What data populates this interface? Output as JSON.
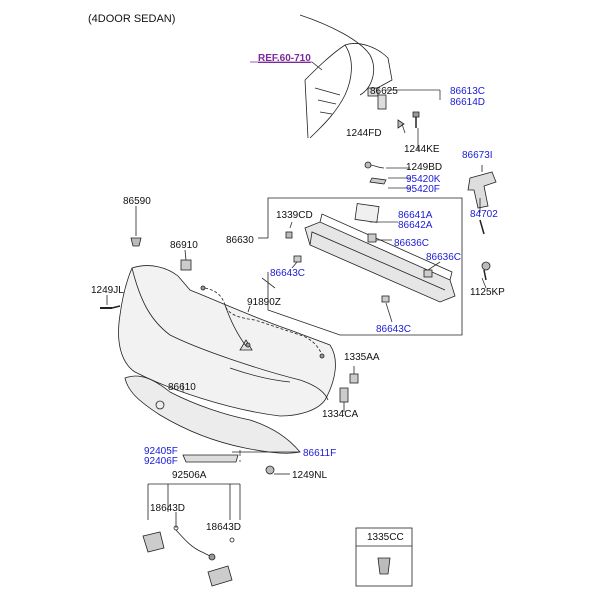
{
  "diagram": {
    "title": "(4DOOR SEDAN)",
    "ref_link": "REF.60-710",
    "colors": {
      "part_number": "#1a1ad8",
      "ref_link": "#7a2a9a",
      "line": "#222222"
    },
    "callouts": {
      "c86625": "86625",
      "c86613C": "86613C",
      "c86614D": "86614D",
      "c1244FD": "1244FD",
      "c1244KE": "1244KE",
      "c1249BD": "1249BD",
      "c95420K": "95420K",
      "c95420F": "95420F",
      "c86673I": "86673I",
      "c86590": "86590",
      "c1339CD": "1339CD",
      "c86641A": "86641A",
      "c86642A": "86642A",
      "c84702": "84702",
      "c86630": "86630",
      "c86636C_a": "86636C",
      "c86910": "86910",
      "c86636C_b": "86636C",
      "c86643C_a": "86643C",
      "c1125KP": "1125KP",
      "c1249JL": "1249JL",
      "c91890Z": "91890Z",
      "c86643C_b": "86643C",
      "c1335AA": "1335AA",
      "c86610": "86610",
      "c1334CA": "1334CA",
      "c92405F": "92405F",
      "c92406F": "92406F",
      "c86611F": "86611F",
      "c92506A": "92506A",
      "c1249NL": "1249NL",
      "c18643D_a": "18643D",
      "c18643D_b": "18643D",
      "c1335CC": "1335CC"
    }
  }
}
